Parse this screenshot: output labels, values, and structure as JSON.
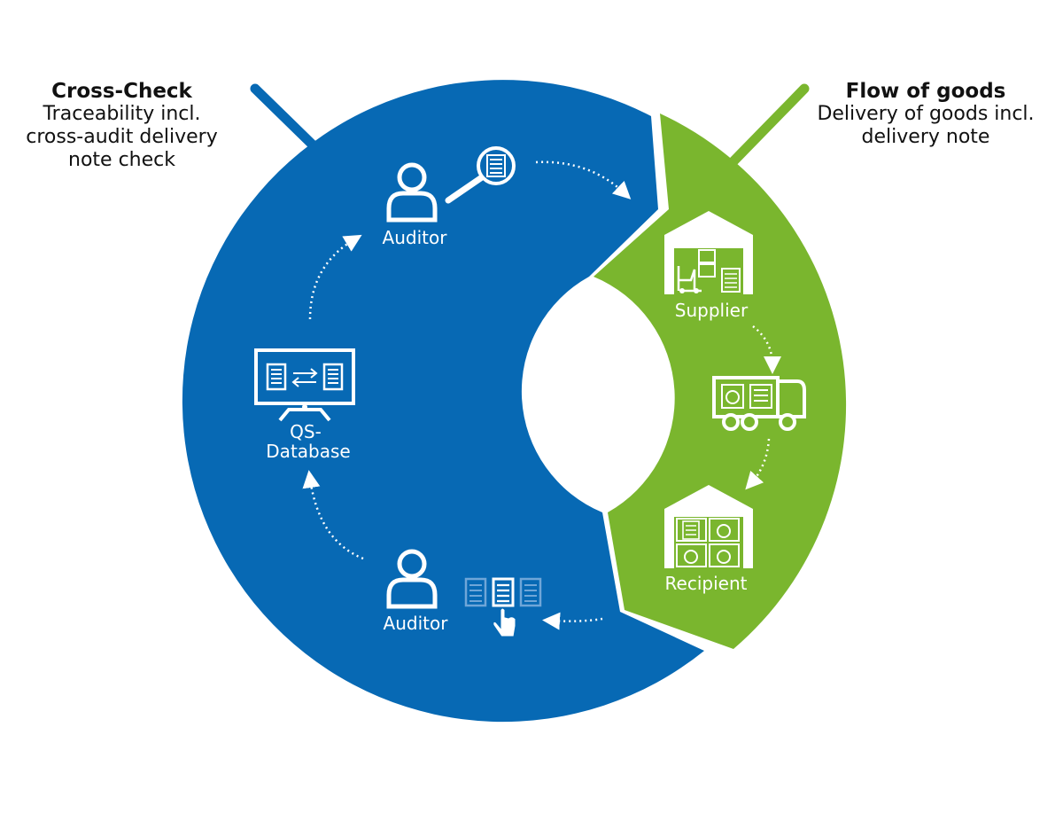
{
  "cross_check": {
    "title": "Cross-Check",
    "lines": [
      "Traceability incl.",
      "cross-audit delivery",
      "note check"
    ]
  },
  "flow_of_goods": {
    "title": "Flow of goods",
    "lines": [
      "Delivery of goods incl.",
      "delivery note"
    ]
  },
  "nodes": {
    "auditor_top": "Auditor",
    "qs_database": [
      "QS-",
      "Database"
    ],
    "auditor_bottom": "Auditor",
    "supplier": "Supplier",
    "recipient": "Recipient"
  },
  "colors": {
    "blue": "#0769b4",
    "green": "#7ab62e",
    "white": "#ffffff",
    "text": "#111111"
  }
}
